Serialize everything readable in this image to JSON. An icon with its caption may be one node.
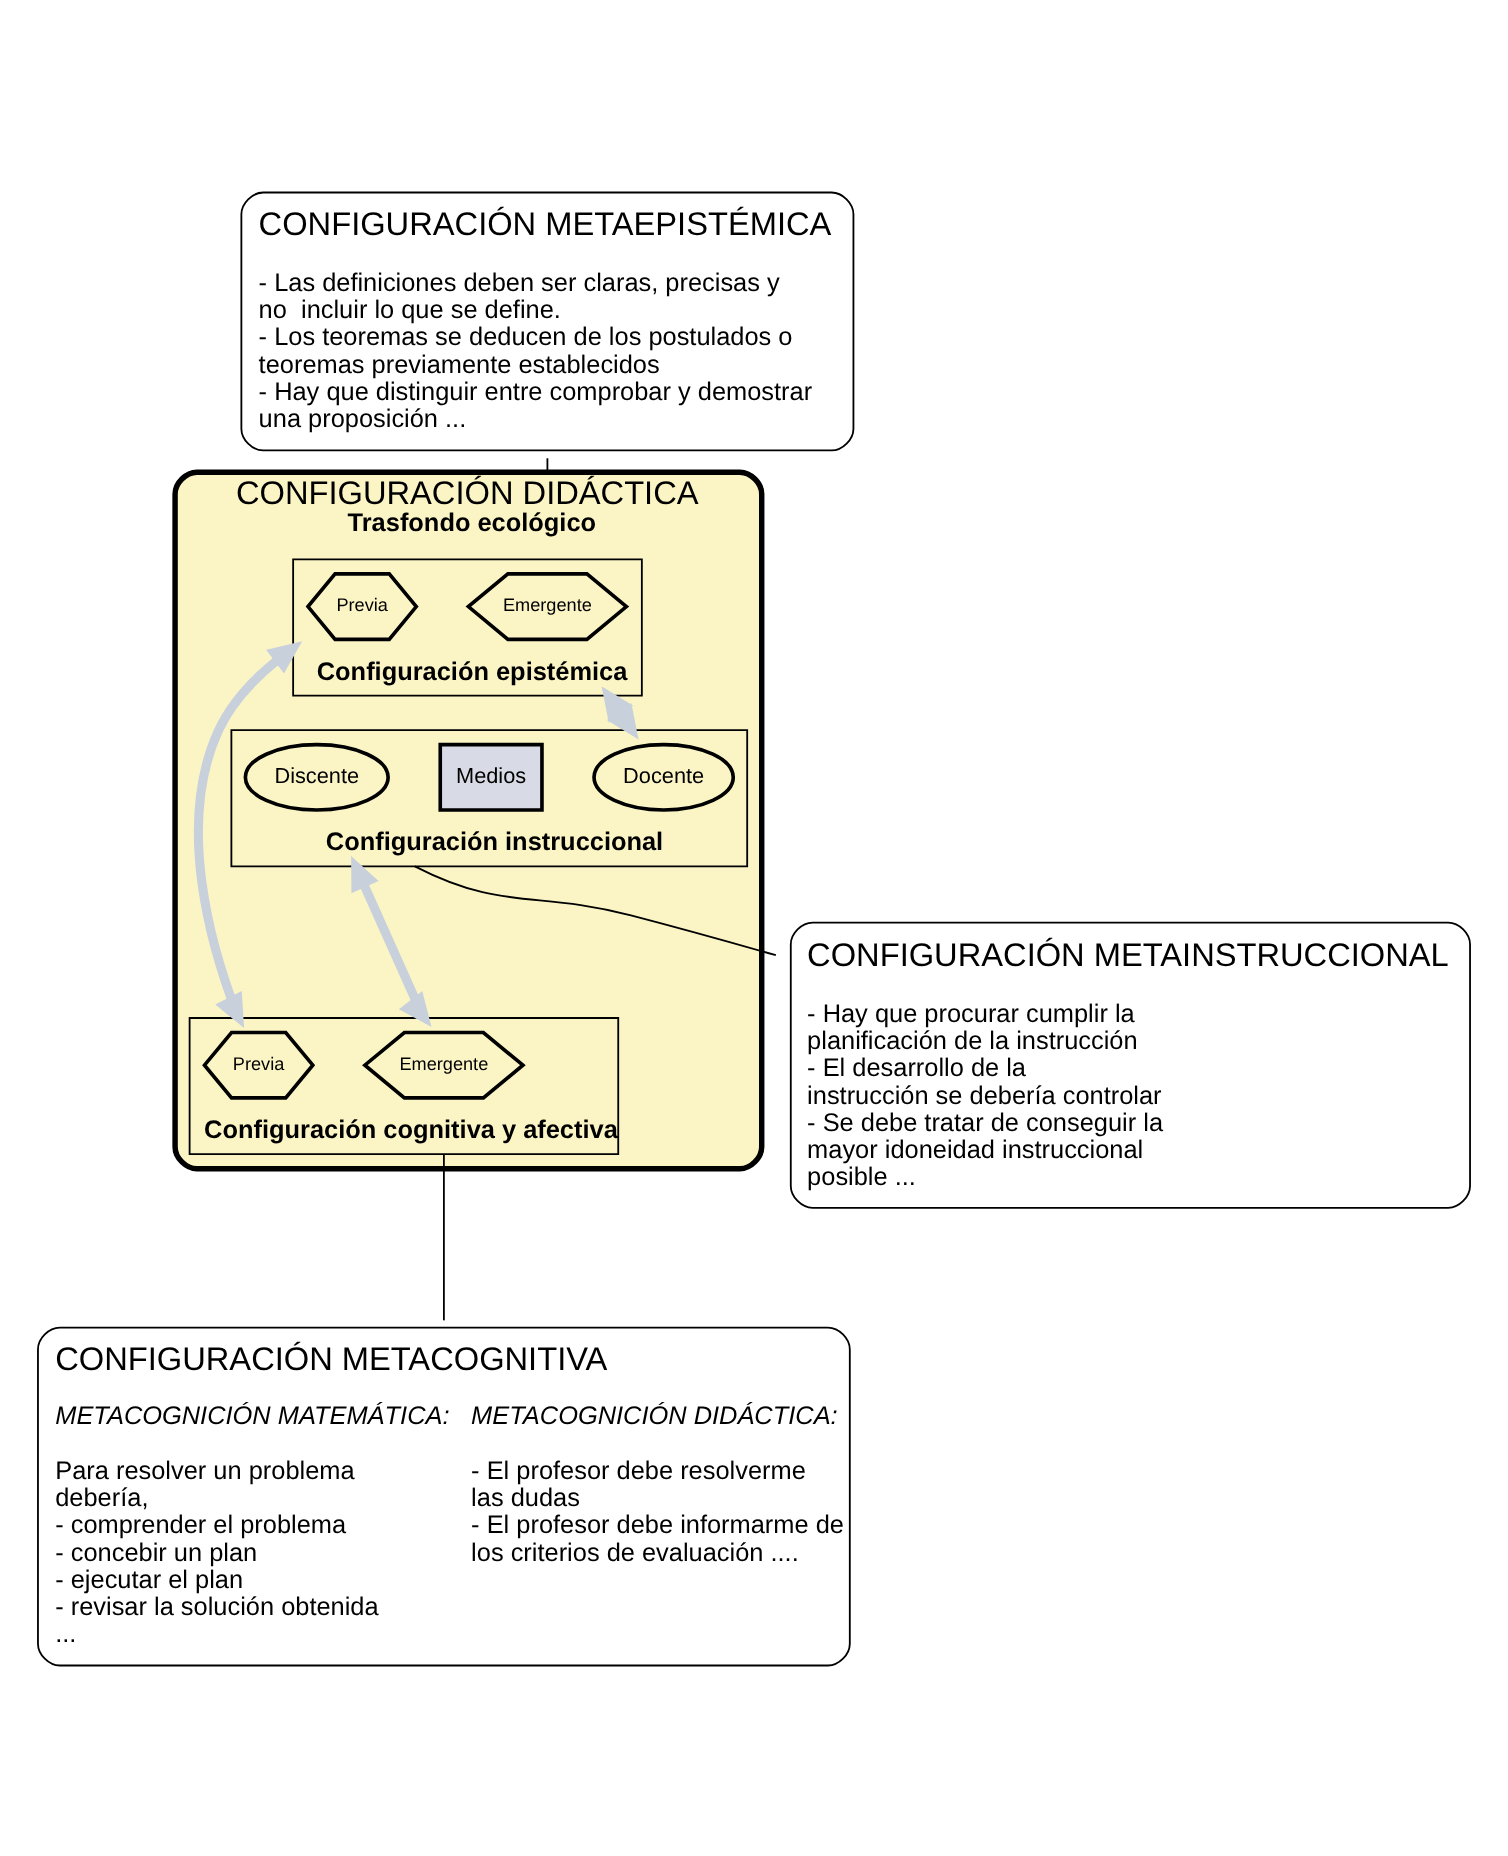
{
  "diagram": {
    "nodes": [
      {
        "text": [
          "CONFIGURACIÓN DIDÁCTICA",
          "Trasfondo ecológico"
        ]
      },
      {
        "text": [
          "Configuración epistémica"
        ],
        "in": 0
      },
      {
        "text": [
          "Previa"
        ],
        "in": 1
      },
      {
        "text": [
          "Emergente"
        ],
        "in": 1
      },
      {
        "text": [
          "Configuración instruccional"
        ],
        "in": 0
      },
      {
        "text": [
          "Docente"
        ],
        "in": 4
      },
      {
        "text": [
          "Medios"
        ],
        "in": 4
      },
      {
        "text": [
          "Discente"
        ],
        "in": 4
      },
      {
        "text": [
          "Configuración cognitiva y afectiva"
        ],
        "in": 0
      },
      {
        "text": [
          "Previa"
        ],
        "in": 8
      },
      {
        "text": [
          "Emergente"
        ],
        "in": 8
      },
      {
        "text": [
          "CONFIGURACIÓN METAEPISTÉMICA",
          "- Las definiciones deben ser claras, precisas y no  incluir lo que se define. - Los teoremas se deducen de los postulados o teoremas previamente establecidos - Hay que distinguir entre comprobar y demostrar una proposición ..."
        ]
      },
      {
        "text": [
          "CONFIGURACIÓN METAINSTRUCCIONAL",
          "- Hay que procurar cumplir la planificación de la instrucción - El desarrollo de la instrucción se debería controlar - Se debe tratar de conseguir la mayor idoneidad instruccional posible ..."
        ]
      },
      {
        "text": [
          "CONFIGURACIÓN METACOGNITIVA",
          "METACOGNICIÓN MATEMÁTICA:",
          "Para resolver un problema debería, - comprender el problema - concebir un plan - ejecutar el plan - revisar la solución obtenida ...",
          "METACOGNICIÓN DIDÁCTICA:",
          "- El profesor debe resolverme las dudas - El profesor debe informarme de los criterios de evaluación ...."
        ]
      }
    ],
    "edges": [
      {
        "from": 11,
        "to": 0,
        "arrow": "none"
      },
      {
        "from": 1,
        "to": 4,
        "arrow": "both",
        "style": "thick",
        "color": "#c8d0dc"
      },
      {
        "from": 1,
        "to": 8,
        "arrow": "both",
        "style": "thick",
        "color": "#c8d0dc"
      },
      {
        "from": 4,
        "to": 8,
        "arrow": "both",
        "style": "thick",
        "color": "#c8d0dc"
      },
      {
        "from": 4,
        "to": 12,
        "arrow": "none"
      },
      {
        "from": 8,
        "to": 13,
        "arrow": "none"
      }
    ]
  }
}
